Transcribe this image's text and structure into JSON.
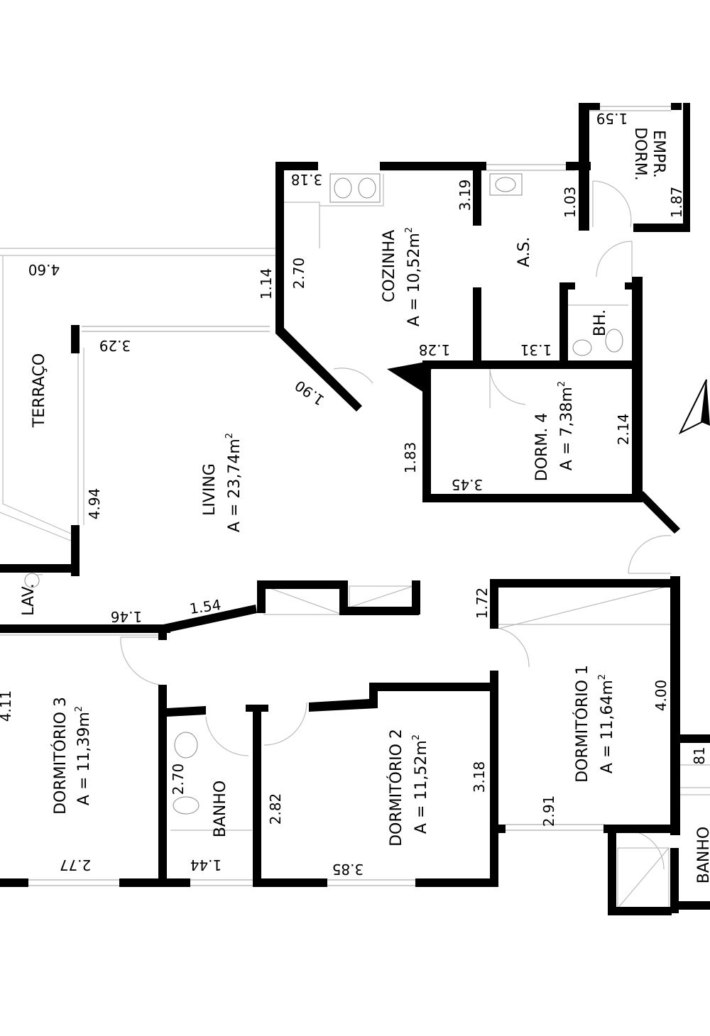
{
  "rooms": {
    "dorm_empr": {
      "line1": "DORM.",
      "line2": "EMPR."
    },
    "cozinha": {
      "name": "COZINHA",
      "area": "A = 10,52m",
      "sup": "2"
    },
    "as": {
      "name": "A.S."
    },
    "bh": {
      "name": "BH."
    },
    "dorm4": {
      "name": "DORM. 4",
      "area": "A = 7,38m",
      "sup": "2"
    },
    "terraco": {
      "name": "TERRAÇO"
    },
    "living": {
      "name": "LIVING",
      "area": "A = 23,74m",
      "sup": "2"
    },
    "lav": {
      "name": "LAV."
    },
    "dorm3": {
      "name": "DORMITÓRIO 3",
      "area": "A = 11,39m",
      "sup": "2"
    },
    "banho": {
      "name": "BANHO"
    },
    "dorm2": {
      "name": "DORMITÓRIO 2",
      "area": "A = 11,52m",
      "sup": "2"
    },
    "dorm1": {
      "name": "DORMITÓRIO 1",
      "area": "A = 11,64m",
      "sup": "2"
    },
    "banho_suite": {
      "name": "BANHO"
    }
  },
  "dimensions": {
    "d159": "1.59",
    "d187": "1.87",
    "d103": "1.03",
    "d318a": "3.18",
    "d319": "3.19",
    "d270a": "2.70",
    "d114": "1.14",
    "d460": "4.60",
    "d128": "1.28",
    "d131": "1.31",
    "d329": "3.29",
    "d190": "1.90",
    "d214": "2.14",
    "d183": "1.83",
    "d345": "3.45",
    "d494": "4.94",
    "d146": "1.46",
    "d154": "1.54",
    "d172": "1.72",
    "d411": "4.11",
    "d400": "4.00",
    "d81": "81",
    "d270b": "2.70",
    "d282": "2.82",
    "d318b": "3.18",
    "d291": "2.91",
    "d277": "2.77",
    "d144": "1.44",
    "d385": "3.85"
  }
}
